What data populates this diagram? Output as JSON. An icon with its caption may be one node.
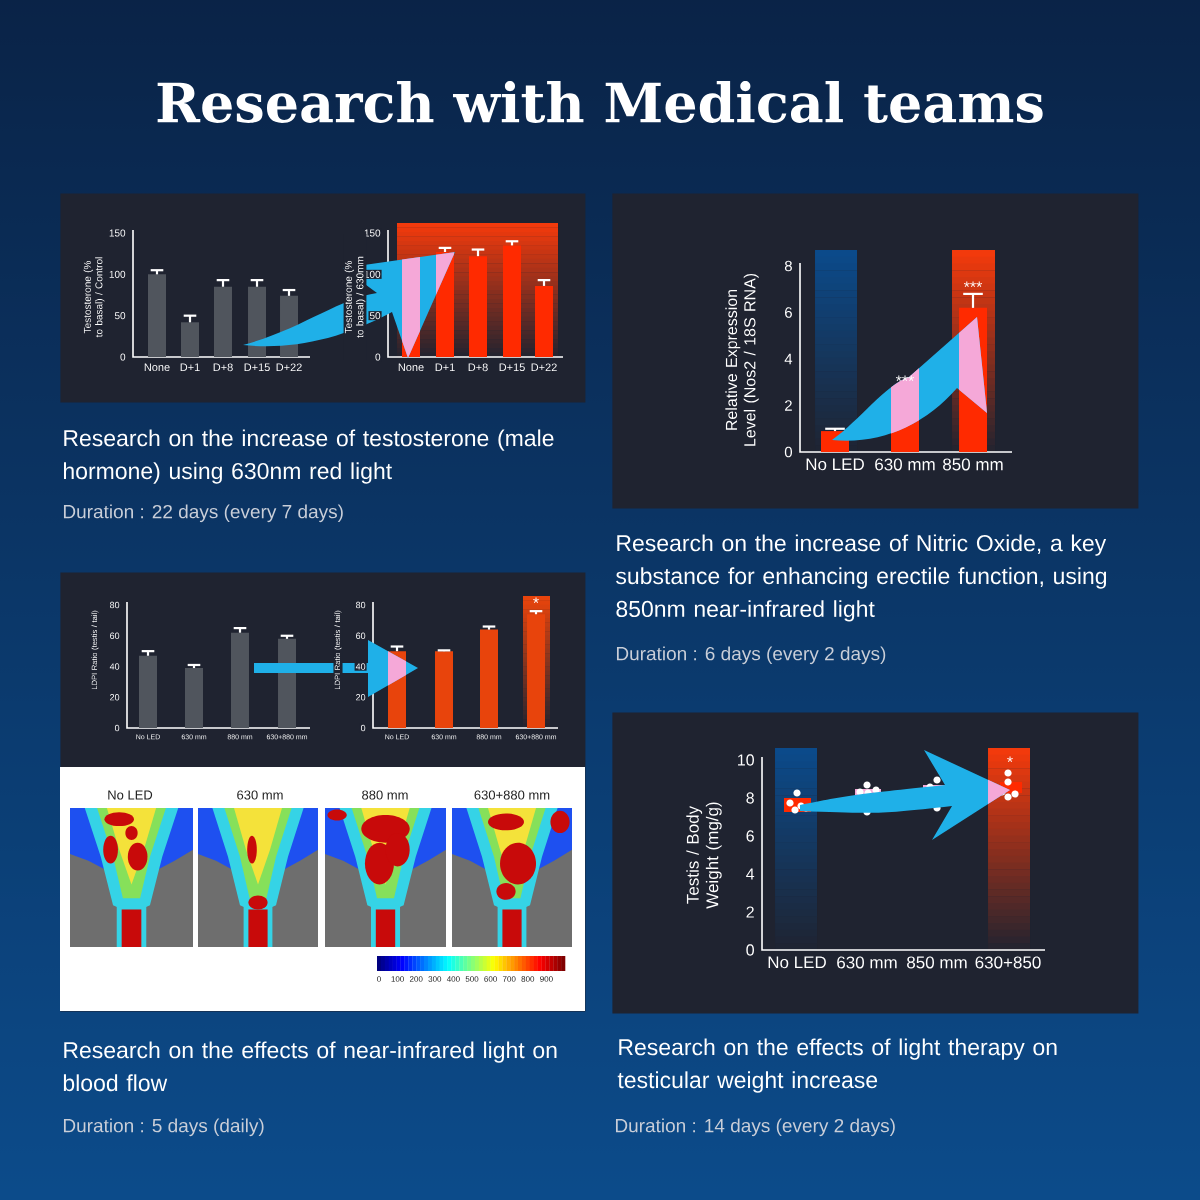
{
  "diagram": {
    "title": "Research with Medical teams",
    "nodes": [
      {
        "text": [
          "Testosterone (% to basal) / Control",
          "150",
          "100",
          "50",
          "0",
          "None",
          "D+1",
          "D+8",
          "D+15",
          "D+22",
          "Testosterone (% to basal) / 630mm",
          "150",
          "100",
          "50",
          "0",
          "None",
          "D+1",
          "D+8",
          "D+15",
          "D+22"
        ],
        "beside": [
          "Research on the increase of testosterone (male hormone) using 630nm red light",
          "Duration : 22 days (every 7 days)"
        ]
      },
      {
        "text": [
          "Relative Expression Level (Nos2 / 18S RNA)",
          "8",
          "6",
          "4",
          "2",
          "0",
          "No LED",
          "630 mm",
          "850 mm",
          "***",
          "***"
        ],
        "beside": [
          "Research on the increase of Nitric Oxide, a key substance for enhancing erectile function, using 850nm near-infrared light",
          "Duration : 6 days (every 2 days)"
        ]
      },
      {
        "text": [
          "LDPI Ratio (testis / tail)",
          "80",
          "60",
          "40",
          "20",
          "0",
          "No LED",
          "630 mm",
          "880 mm",
          "630+880 mm",
          "LDPI Ratio (testis / tail)",
          "80",
          "60",
          "40",
          "20",
          "0",
          "*",
          "No LED",
          "630 mm",
          "880 mm",
          "630+880 mm",
          "No LED",
          "630 mm",
          "880 mm",
          "630+880 mm",
          "0",
          "100",
          "200",
          "300",
          "400",
          "500",
          "600",
          "700",
          "800",
          "900"
        ],
        "beside": [
          "Research on the effects of near-infrared light on blood flow",
          "Duration : 5 days (daily)"
        ]
      },
      {
        "text": [
          "Testis / Body Weight (mg/g)",
          "10",
          "8",
          "6",
          "4",
          "2",
          "0",
          "No LED",
          "630 mm",
          "850 mm",
          "630+850",
          "*"
        ],
        "beside": [
          "Research on the effects of light therapy on testicular weight increase",
          "Duration : 14 days (every 2 days)"
        ]
      }
    ]
  }
}
